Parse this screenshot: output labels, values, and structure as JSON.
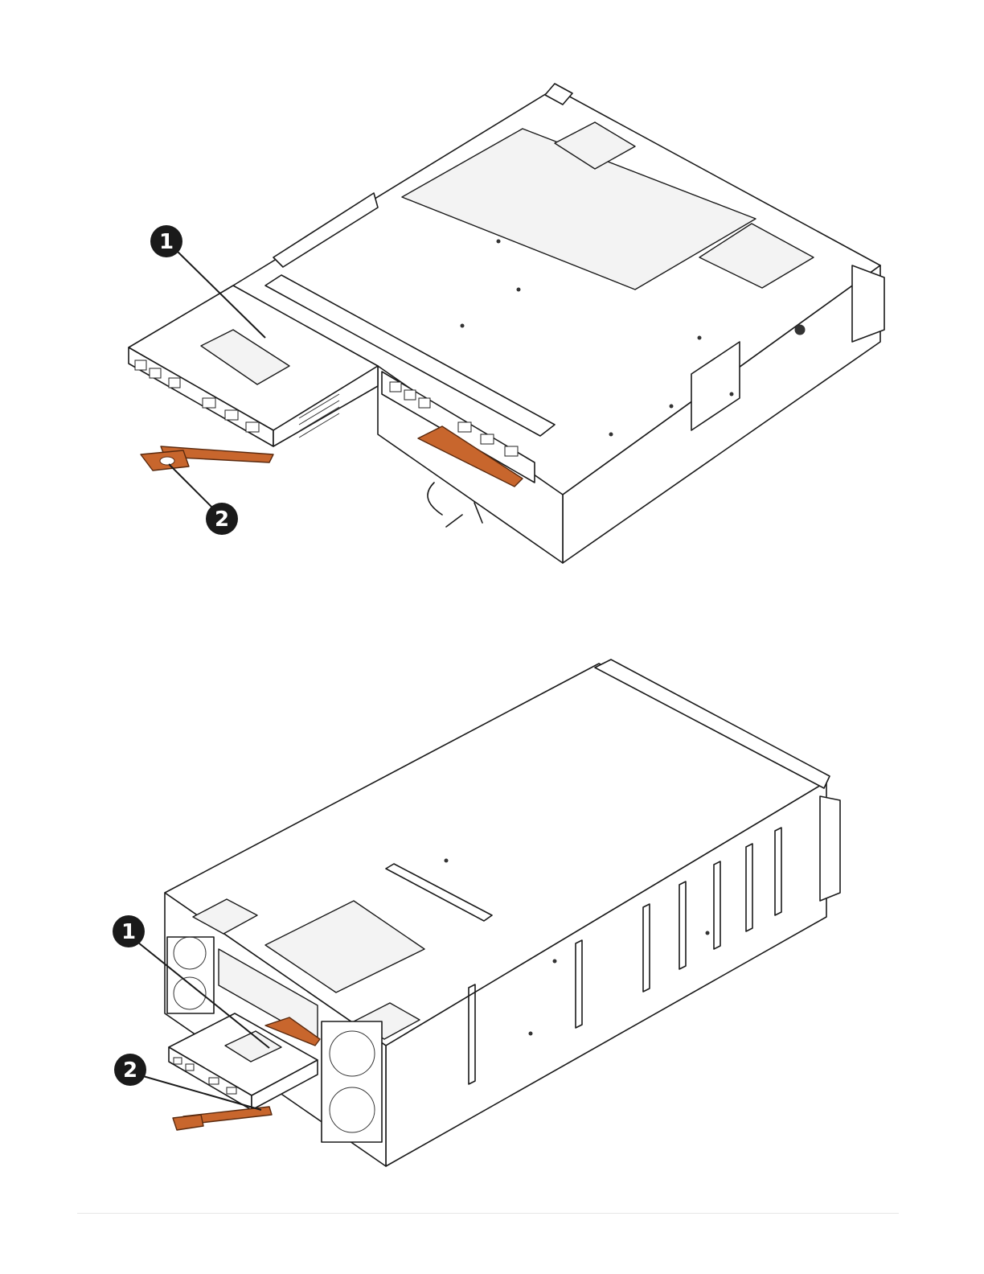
{
  "callouts": {
    "top": [
      {
        "label": "1"
      },
      {
        "label": "2"
      }
    ],
    "bottom": [
      {
        "label": "1"
      },
      {
        "label": "2"
      }
    ]
  },
  "colors": {
    "handle": "#c8662d",
    "outline": "#1a1a1a",
    "callout_fill": "#1a1a1a",
    "background": "#ffffff"
  }
}
